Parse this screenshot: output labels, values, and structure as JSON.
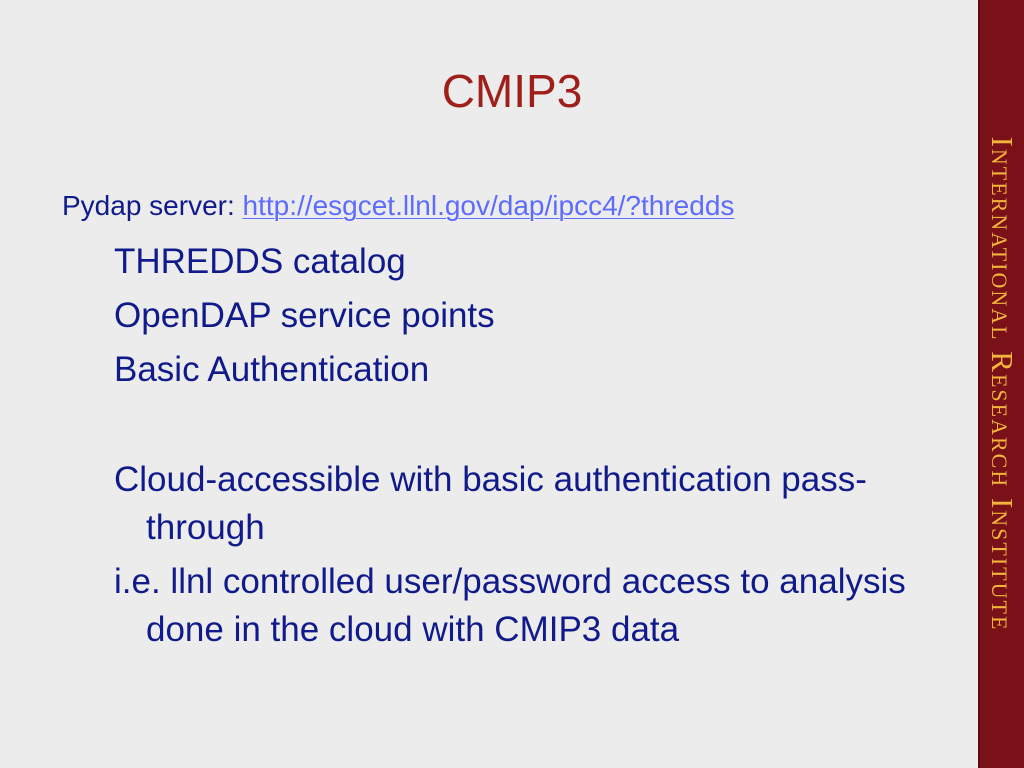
{
  "slide": {
    "title": "CMIP3",
    "server_label": "Pydap server:",
    "server_link": "http://esgcet.llnl.gov/dap/ipcc4/?thredds",
    "bullets": [
      "THREDDS catalog",
      "OpenDAP service points",
      "Basic Authentication",
      "Cloud-accessible with basic authentication pass-through",
      "i.e. llnl controlled user/password access to analysis done in the cloud with CMIP3 data"
    ]
  },
  "sidebar": {
    "brand_text": "International Research Institute"
  },
  "colors": {
    "background": "#ececec",
    "title": "#9f1f1b",
    "body_text": "#101a8a",
    "link": "#5d6cff",
    "sidebar": "#7a1018",
    "sidebar_text": "#f2b43c"
  }
}
